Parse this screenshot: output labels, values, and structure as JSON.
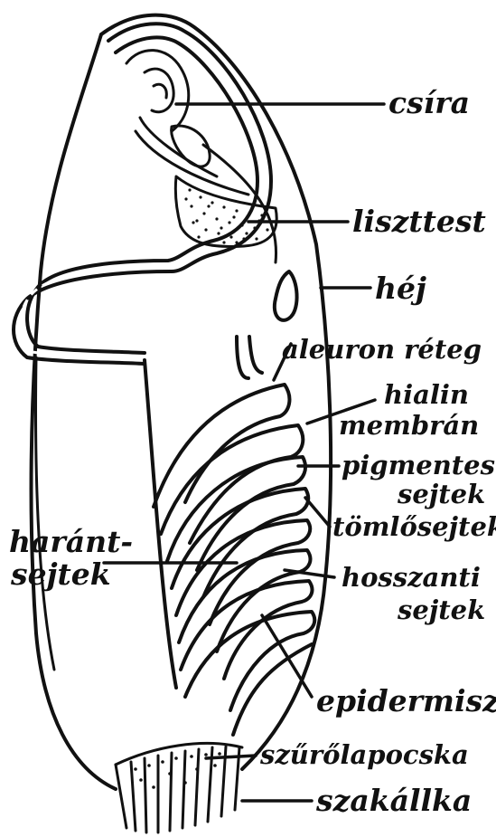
{
  "labels": {
    "csira": "csíra",
    "liszttest": "liszttest",
    "hej": "héj",
    "aleuron": "aleuron réteg",
    "hialin_1": "hialin",
    "hialin_2": "membrán",
    "pigmentes_1": "pigmentes",
    "pigmentes_2": "sejtek",
    "tomlosejtek": "tömlősejtek",
    "harant_1": "haránt-",
    "harant_2": "sejtek",
    "hosszanti_1": "hosszanti",
    "hosszanti_2": "sejtek",
    "epidermisz": "epidermisz",
    "szurolapocska": "szűrőlapocska",
    "szakallka": "szakállka"
  },
  "colors": {
    "ink": "#111111",
    "background": "#ffffff"
  }
}
